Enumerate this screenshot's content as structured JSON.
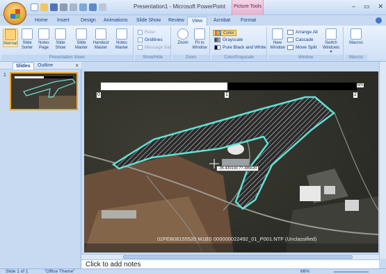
{
  "window": {
    "title": "Presentation1 - Microsoft PowerPoint",
    "context_tab": "Picture Tools",
    "controls": [
      "–",
      "▭",
      "✕"
    ]
  },
  "ribbon_tabs": [
    "Home",
    "Insert",
    "Design",
    "Animations",
    "Slide Show",
    "Review",
    "View",
    "Acrobat",
    "Format"
  ],
  "active_tab": "View",
  "groups": {
    "presentation_views": {
      "label": "Presentation Views",
      "buttons": [
        "Normal",
        "Slide Sorter",
        "Notes Page",
        "Slide Show",
        "Slide Master",
        "Handout Master",
        "Notes Master"
      ]
    },
    "show_hide": {
      "label": "Show/Hide",
      "items": [
        "Ruler",
        "Gridlines",
        "Message Bar"
      ]
    },
    "zoom": {
      "label": "Zoom",
      "buttons": [
        "Zoom",
        "Fit to Window"
      ]
    },
    "color_grayscale": {
      "label": "Color/Grayscale",
      "items": [
        "Color",
        "Grayscale",
        "Pure Black and White"
      ]
    },
    "window": {
      "label": "Window",
      "new_window": "New Window",
      "items": [
        "Arrange All",
        "Cascade",
        "Move Split"
      ],
      "switch": "Switch Windows ▾"
    },
    "macros": {
      "label": "Macros",
      "button": "Macros"
    }
  },
  "left_pane": {
    "tabs": [
      "Slides",
      "Outline"
    ],
    "close": "×",
    "slide_number": "1"
  },
  "slide": {
    "scale_labels": [
      "0",
      "1",
      "2"
    ],
    "scale_unit": "km",
    "coordinate": "-35.430100 77.385620",
    "caption": "02FEB08155520 M1BS 000000022492_01_P001.NTF (Unclassified)"
  },
  "notes_placeholder": "Click to add notes",
  "statusbar": {
    "slide": "Slide 1 of 1",
    "theme": "\"Office Theme\"",
    "zoom": "66%"
  }
}
